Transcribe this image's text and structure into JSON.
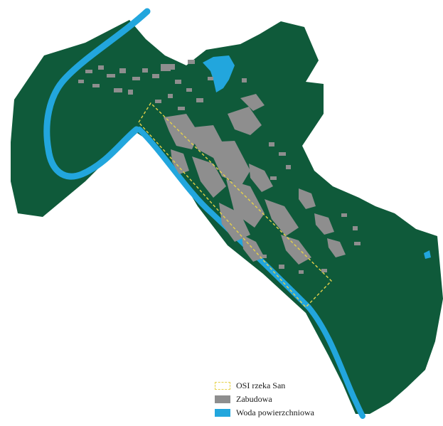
{
  "map": {
    "colors": {
      "land": "#0f5a3a",
      "buildings": "#8e8e8e",
      "water": "#22a6dd",
      "osi_boundary": "#e6d24a"
    },
    "legend": {
      "items": [
        {
          "label": "OSI rzeka San",
          "symbol": "dashed-outline-yellow"
        },
        {
          "label": "Zabudowa",
          "symbol": "gray-fill"
        },
        {
          "label": "Woda powierzchniowa",
          "symbol": "blue-fill"
        }
      ]
    }
  }
}
